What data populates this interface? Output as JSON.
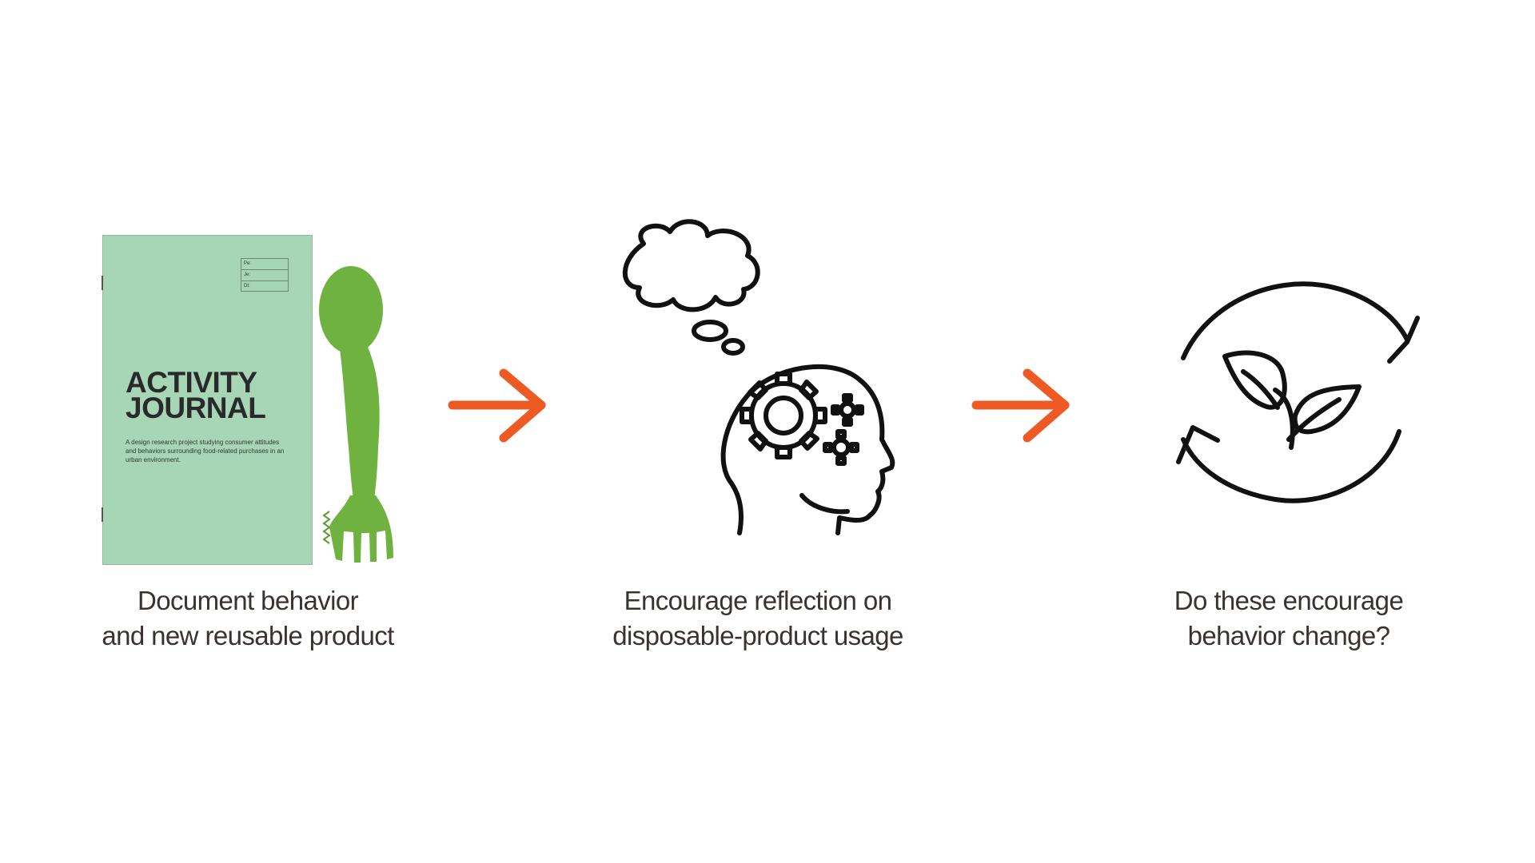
{
  "journal": {
    "fields": [
      "Pe:",
      "Je:",
      "Dt:"
    ],
    "title_line1": "ACTIVITY",
    "title_line2": "JOURNAL",
    "description": "A design research project studying consumer attitudes and behaviors surrounding food-related purchases in an urban environment."
  },
  "steps": [
    {
      "line1": "Document behavior",
      "line2": "and new reusable product",
      "icon": "journal-and-spork"
    },
    {
      "line1": "Encourage reflection on",
      "line2": "disposable-product usage",
      "icon": "head-gears-thought-icon"
    },
    {
      "line1": "Do these encourage",
      "line2": "behavior change?",
      "icon": "recycle-leaves-icon"
    }
  ],
  "colors": {
    "arrow": "#ee5a24",
    "journal_cover": "#a6d6b6",
    "spork": "#6fb23f",
    "text": "#3a3230",
    "icon": "#111111"
  }
}
